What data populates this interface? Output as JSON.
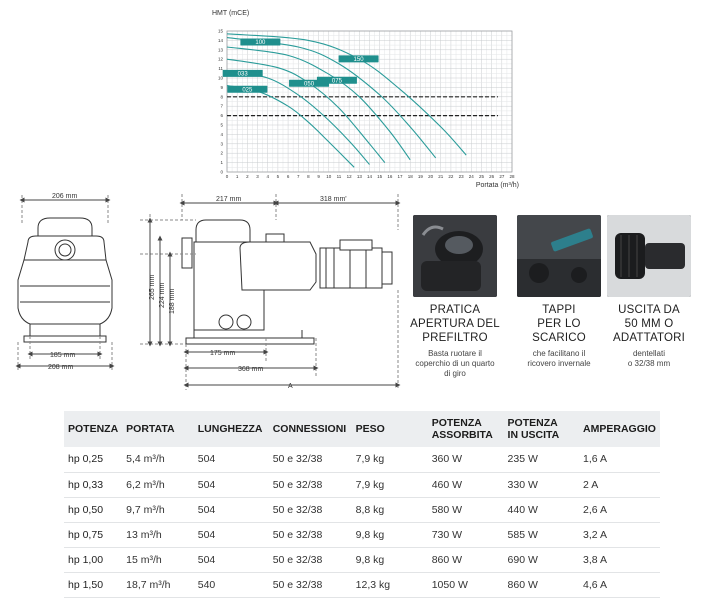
{
  "chart_data": {
    "type": "line",
    "ylabel": "HMT (mCE)",
    "xlabel": "Portata (m³/h)",
    "xlim": [
      0,
      28
    ],
    "ylim": [
      0,
      15
    ],
    "x_ticks": [
      "0",
      "1",
      "2",
      "3",
      "4",
      "5",
      "6",
      "7",
      "8",
      "9",
      "10",
      "11",
      "12",
      "13",
      "14",
      "15",
      "16",
      "17",
      "18",
      "19",
      "20",
      "21",
      "22",
      "23",
      "24",
      "25",
      "26",
      "27",
      "28"
    ],
    "y_ticks": [
      "0",
      "1",
      "2",
      "3",
      "4",
      "5",
      "6",
      "7",
      "8",
      "9",
      "10",
      "11",
      "12",
      "13",
      "14",
      "15"
    ],
    "grid": true,
    "series": [
      {
        "name": "025",
        "x": [
          0,
          3,
          6,
          8,
          10,
          12.5
        ],
        "y": [
          9.2,
          8.6,
          7.0,
          5.3,
          3.2,
          0.5
        ]
      },
      {
        "name": "033",
        "x": [
          0,
          4,
          7,
          9.5,
          12,
          14
        ],
        "y": [
          10.8,
          10.0,
          8.2,
          6.0,
          3.3,
          0.8
        ]
      },
      {
        "name": "050",
        "x": [
          0,
          5,
          8,
          11,
          14,
          15.5
        ],
        "y": [
          12.0,
          11.1,
          9.5,
          6.8,
          3.0,
          1.0
        ]
      },
      {
        "name": "075",
        "x": [
          0,
          6,
          10,
          13,
          16,
          18
        ],
        "y": [
          13.3,
          12.4,
          10.4,
          8.0,
          4.3,
          1.3
        ]
      },
      {
        "name": "100",
        "x": [
          0,
          7,
          11,
          15,
          18,
          20.5
        ],
        "y": [
          14.3,
          13.3,
          11.5,
          8.2,
          4.8,
          1.5
        ]
      },
      {
        "name": "150",
        "x": [
          0,
          8,
          13,
          17,
          21,
          23.5
        ],
        "y": [
          14.7,
          14.0,
          12.0,
          8.8,
          4.8,
          1.8
        ]
      }
    ],
    "reference_lines": [
      8,
      6
    ],
    "line_color": "#2b9c9a",
    "label_color": "#1f8f8d"
  },
  "drawings": {
    "dim_206": "206 mm",
    "dim_185": "185 mm",
    "dim_208": "208 mm",
    "dim_217": "217 mm",
    "dim_318": "318 mm'",
    "dim_265": "265 mm",
    "dim_224": "224 mm",
    "dim_188": "188 mm",
    "dim_175": "175 mm",
    "dim_368": "368 mm",
    "dim_a": "A"
  },
  "features": [
    {
      "title": "PRATICA\nAPERTURA DEL\nPREFILTRO",
      "desc": "Basta ruotare il\ncoperchio di un quarto\ndi giro",
      "photo": "prefilter-lid-photo"
    },
    {
      "title": "TAPPI\nPER LO\nSCARICO",
      "desc": "che facilitano il\nricovero invernale",
      "photo": "drain-plug-photo"
    },
    {
      "title": "USCITA DA\n50 MM O\nADATTATORI",
      "desc": "dentellati\no 32/38 mm",
      "photo": "outlet-adapter-photo"
    }
  ],
  "table": {
    "headers": [
      "POTENZA",
      "PORTATA",
      "LUNGHEZZA",
      "CONNESSIONI",
      "PESO",
      "POTENZA\nASSORBITA",
      "POTENZA\nIN USCITA",
      "AMPERAGGIO"
    ],
    "rows": [
      [
        "hp 0,25",
        "5,4 m³/h",
        "504",
        "50 e 32/38",
        "7,9 kg",
        "360 W",
        "235 W",
        "1,6 A"
      ],
      [
        "hp 0,33",
        "6,2 m³/h",
        "504",
        "50 e 32/38",
        "7,9 kg",
        "460 W",
        "330 W",
        "2 A"
      ],
      [
        "hp 0,50",
        "9,7 m³/h",
        "504",
        "50 e 32/38",
        "8,8 kg",
        "580 W",
        "440 W",
        "2,6 A"
      ],
      [
        "hp 0,75",
        "13 m³/h",
        "504",
        "50 e 32/38",
        "9,8 kg",
        "730 W",
        "585 W",
        "3,2 A"
      ],
      [
        "hp 1,00",
        "15 m³/h",
        "504",
        "50 e 32/38",
        "9,8 kg",
        "860 W",
        "690 W",
        "3,8 A"
      ],
      [
        "hp 1,50",
        "18,7 m³/h",
        "540",
        "50 e 32/38",
        "12,3 kg",
        "1050 W",
        "860 W",
        "4,6 A"
      ]
    ]
  }
}
